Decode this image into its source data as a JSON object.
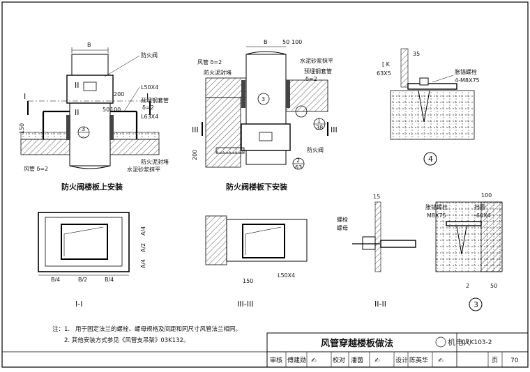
{
  "detail_top_left": {
    "dim_width": "B",
    "dim_flange": "200",
    "dim_height": "150",
    "dim_50": "50",
    "dim_100": "100",
    "labels": [
      "防火阀",
      "L50X4",
      "预埋钢套管",
      "δ=2",
      "L63X4",
      "防火泥封堵",
      "风管 δ=2",
      "水泥砂浆抹平"
    ],
    "section_marks": [
      "I",
      "I",
      "II",
      "II"
    ],
    "callout_num": "3",
    "callout_sheet": "-",
    "caption": "防火阀楼板上安装"
  },
  "detail_top_mid": {
    "dim_width": "B",
    "dim_50": "50",
    "dim_100": "100",
    "dim_200": "200",
    "labels": [
      "风管 δ=2",
      "防火泥封堵",
      "水泥砂浆抹平",
      "预埋钢套管",
      "δ=2",
      "防火阀"
    ],
    "section_marks": [
      "III",
      "III"
    ],
    "callout_1": {
      "num": "1",
      "sheet": "38"
    },
    "callout_2": {
      "num": "2",
      "sheet": "63"
    },
    "callout_3": {
      "num": "3"
    },
    "caption": "防火阀楼板下安装"
  },
  "detail_4": {
    "dim_35": "35",
    "labels": [
      "[ K",
      "63X5",
      "胀锚螺栓",
      "4-M8X75"
    ],
    "number": "4"
  },
  "section_I": {
    "dims": [
      "B/4",
      "B/2",
      "B/4",
      "A/4",
      "A/2",
      "A/4"
    ],
    "caption": "I-I"
  },
  "section_III": {
    "dims": [
      "150",
      "L50X4"
    ],
    "caption": "III-III"
  },
  "section_II": {
    "dims": [
      "15"
    ],
    "labels": [
      "螺栓",
      "螺母"
    ],
    "caption": "II-II"
  },
  "detail_3": {
    "dims": [
      "100",
      "50",
      "2"
    ],
    "labels": [
      "胀锚螺栓",
      "M8X75",
      "挡圈",
      "-60X4"
    ],
    "number": "3"
  },
  "notes": {
    "lead": "注：1.",
    "line1": "用于固定法兰的螺栓、螺母规格及间距和同尺寸风管法兰相同。",
    "line2": "2. 其他安装方式参见《风管支吊架》03K132。"
  },
  "title_block": {
    "title": "风管穿越楼板做法",
    "review": "审核",
    "reviewer": "傅建勋",
    "check": "校对",
    "checker": "潘茵",
    "design": "设计",
    "designer": "陈英华",
    "atlas_no": "07K103-2",
    "page_label": "页",
    "page": "70"
  },
  "watermark": "机电人"
}
